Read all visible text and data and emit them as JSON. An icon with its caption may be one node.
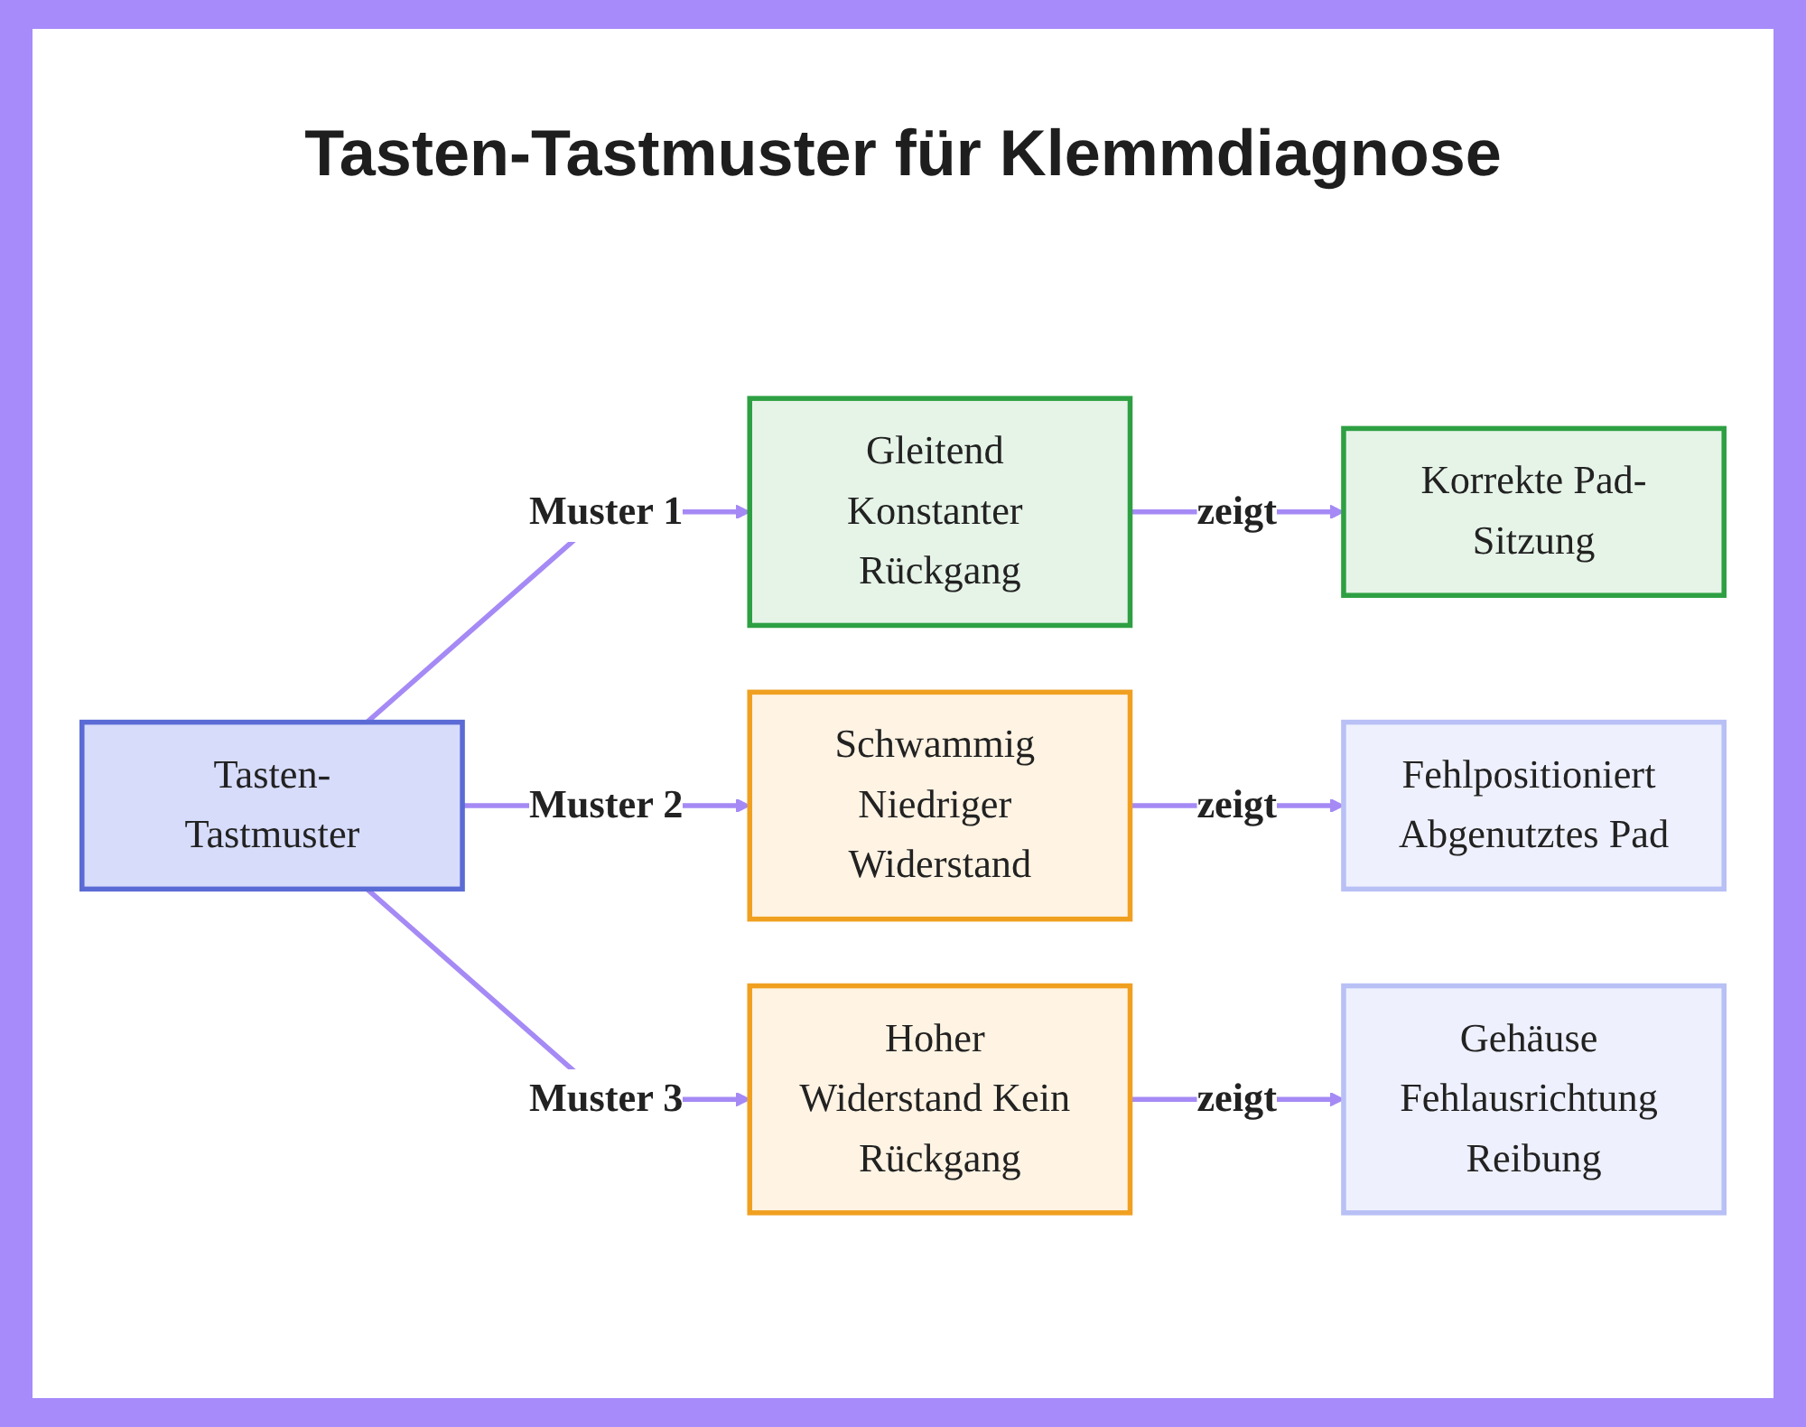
{
  "diagram": {
    "title": "Tasten-Tastmuster für Klemmdiagnose",
    "nodes": [
      {
        "text": [
          "Tasten-Tastmuster"
        ]
      },
      {
        "text": [
          "Gleitend Konstanter Rückgang"
        ]
      },
      {
        "text": [
          "Korrekte Pad-Sitzung"
        ]
      },
      {
        "text": [
          "Schwammig Niedriger Widerstand"
        ]
      },
      {
        "text": [
          "Fehlpositioniert Abgenutztes Pad"
        ]
      },
      {
        "text": [
          "Hoher Widerstand Kein Rückgang"
        ]
      },
      {
        "text": [
          "Gehäuse Fehlausrichtung Reibung"
        ]
      }
    ],
    "edges": [
      {
        "from": 0,
        "to": 1,
        "arrow": "to",
        "label": "Muster 1"
      },
      {
        "from": 1,
        "to": 2,
        "arrow": "to",
        "label": "zeigt"
      },
      {
        "from": 0,
        "to": 3,
        "arrow": "to",
        "label": "Muster 2"
      },
      {
        "from": 3,
        "to": 4,
        "arrow": "to",
        "label": "zeigt"
      },
      {
        "from": 0,
        "to": 5,
        "arrow": "to",
        "label": "Muster 3"
      },
      {
        "from": 5,
        "to": 6,
        "arrow": "to",
        "label": "zeigt"
      }
    ]
  }
}
